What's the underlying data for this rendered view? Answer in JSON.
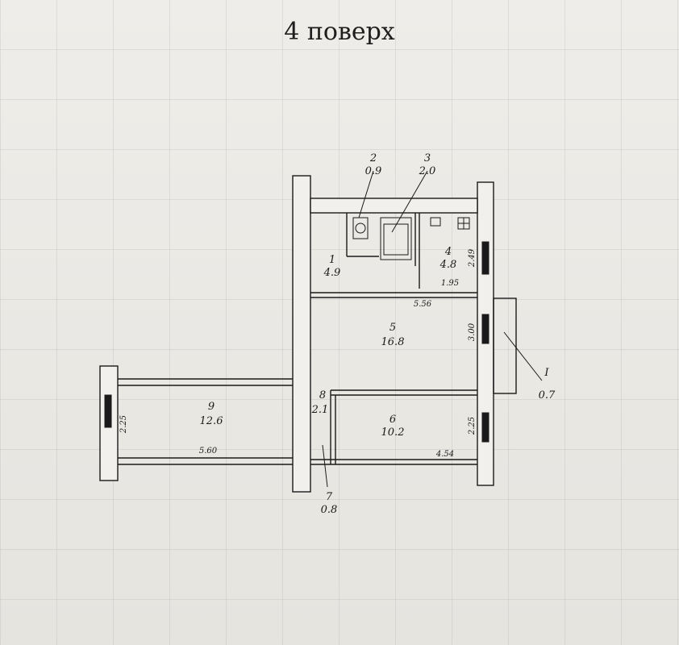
{
  "title": "4 поверх",
  "rooms": [
    {
      "number": "1",
      "area": "4.9"
    },
    {
      "number": "2",
      "area": "0.9"
    },
    {
      "number": "3",
      "area": "2.0"
    },
    {
      "number": "4",
      "area": "4.8"
    },
    {
      "number": "5",
      "area": "16.8"
    },
    {
      "number": "6",
      "area": "10.2"
    },
    {
      "number": "7",
      "area": "0.8"
    },
    {
      "number": "8",
      "area": "2.1"
    },
    {
      "number": "9",
      "area": "12.6"
    },
    {
      "number": "I",
      "area": "0.7"
    }
  ],
  "dimensions": {
    "d1": "2.49",
    "d2": "1.95",
    "d3": "5.56",
    "d4": "3.00",
    "d5": "2.25",
    "d6": "4.54",
    "d7": "2.25",
    "d8": "5.60"
  },
  "colors": {
    "paper": "#ebe9e4",
    "ink": "#1a1a1a",
    "grid": "#a0a0aa"
  }
}
